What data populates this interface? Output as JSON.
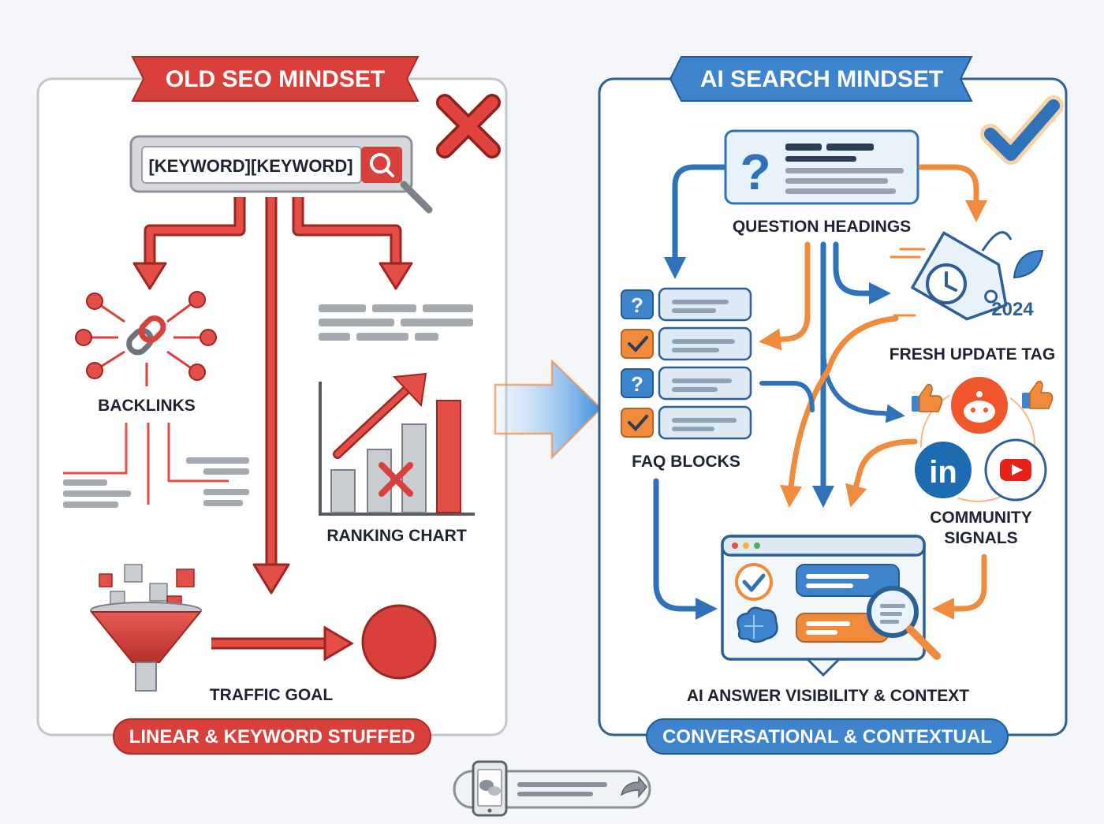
{
  "left_panel": {
    "title": "OLD SEO MINDSET",
    "search_text": "[KEYWORD][KEYWORD]",
    "backlinks_label": "BACKLINKS",
    "ranking_label": "RANKING CHART",
    "traffic_label": "TRAFFIC GOAL",
    "footer": "LINEAR & KEYWORD STUFFED",
    "verdict_icon": "red-x-icon",
    "color": "#d9403b"
  },
  "right_panel": {
    "title": "AI SEARCH MINDSET",
    "question_label": "QUESTION HEADINGS",
    "faq_label": "FAQ BLOCKS",
    "fresh_label": "FRESH UPDATE TAG",
    "fresh_year": "2024",
    "community_label_1": "COMMUNITY",
    "community_label_2": "SIGNALS",
    "answer_label": "AI ANSWER VISIBILITY & CONTEXT",
    "footer": "CONVERSATIONAL & CONTEXTUAL",
    "verdict_icon": "blue-check-icon",
    "color": "#2f72b9",
    "accent": "#f08a3c"
  },
  "bottom_bar": {
    "icons": [
      "phone-chat-icon",
      "share-arrow-icon"
    ]
  }
}
